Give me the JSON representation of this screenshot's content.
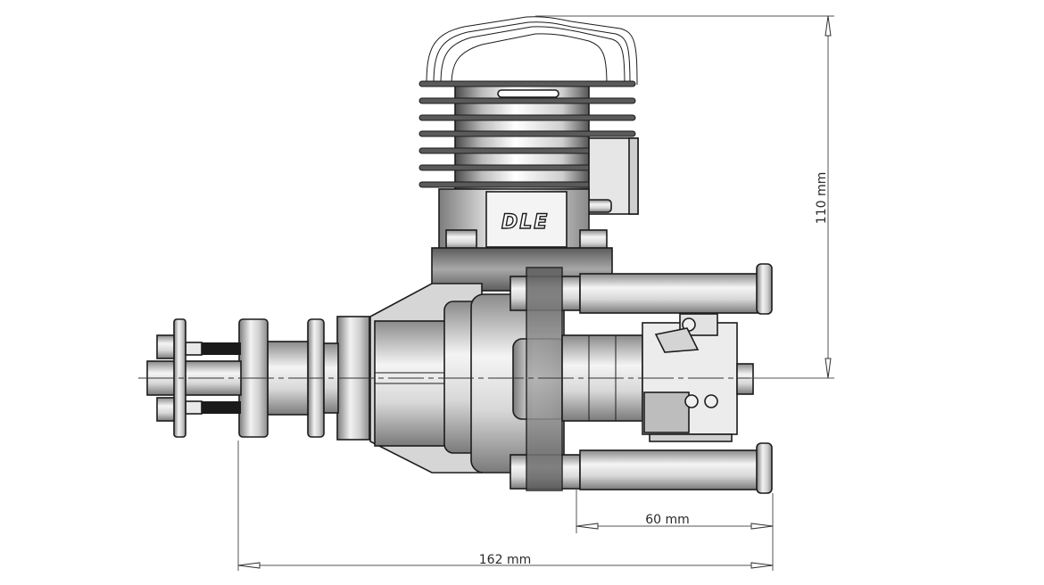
{
  "drawing": {
    "subject": "DLE engine side view",
    "brand_label": "DLE",
    "colors": {
      "outline": "#1c1c1c",
      "metal_light": "#f2f2f2",
      "metal_mid": "#bdbdbd",
      "metal_dark": "#6e6e6e",
      "dimension_line": "#555555",
      "background": "#ffffff"
    }
  },
  "dimensions": {
    "height": {
      "label": "110 mm",
      "value": 110,
      "unit": "mm",
      "orientation": "vertical"
    },
    "mount_depth": {
      "label": "60 mm",
      "value": 60,
      "unit": "mm",
      "orientation": "horizontal"
    },
    "overall_length": {
      "label": "162 mm",
      "value": 162,
      "unit": "mm",
      "orientation": "horizontal"
    }
  }
}
